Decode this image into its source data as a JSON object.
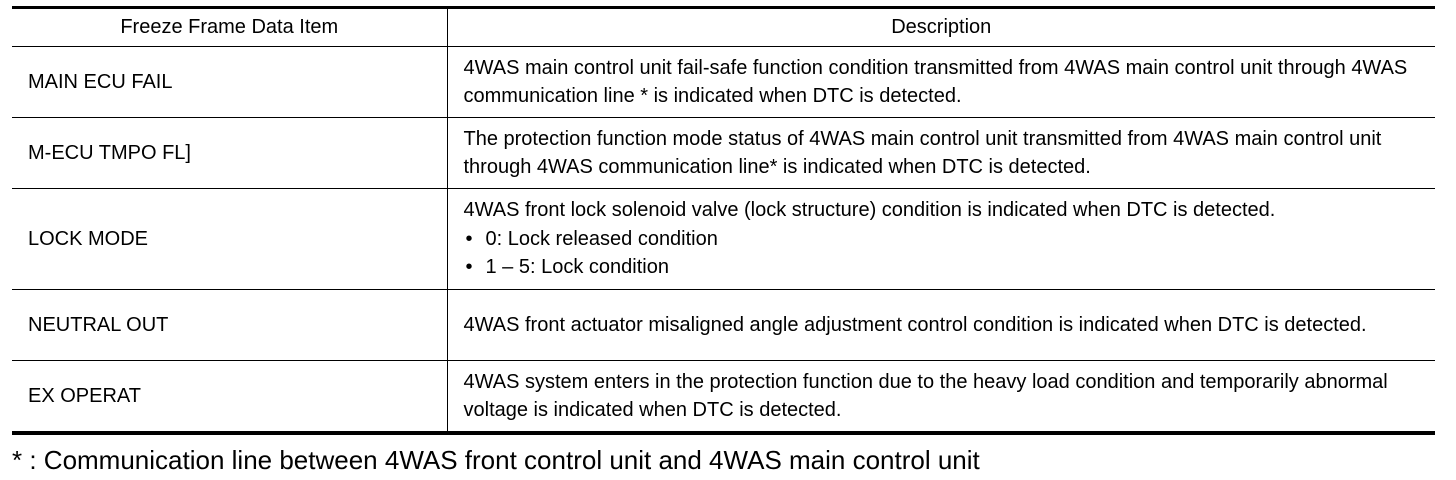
{
  "table": {
    "headers": {
      "item": "Freeze Frame Data Item",
      "description": "Description"
    },
    "rows": [
      {
        "item": "MAIN ECU FAIL",
        "description": "4WAS main control unit fail-safe function condition transmitted from 4WAS main control unit through 4WAS communication line * is indicated when DTC is detected."
      },
      {
        "item": "M-ECU TMPO FL]",
        "description": "The protection function mode status of 4WAS main control unit transmitted from 4WAS main control unit through 4WAS communication line* is indicated when DTC is detected."
      },
      {
        "item": "LOCK MODE",
        "description": "4WAS front lock solenoid valve (lock structure) condition is indicated when DTC is detected.",
        "bullets": [
          "0: Lock released condition",
          "1 – 5: Lock condition"
        ]
      },
      {
        "item": "NEUTRAL OUT",
        "description": "4WAS front actuator misaligned angle adjustment control condition is indicated when DTC is detected."
      },
      {
        "item": "EX OPERAT",
        "description": "4WAS system enters in the protection function due to the heavy load condition and temporarily abnormal voltage is indicated when DTC is detected."
      }
    ]
  },
  "footnote": "* : Communication line between 4WAS front control unit and 4WAS main control unit"
}
